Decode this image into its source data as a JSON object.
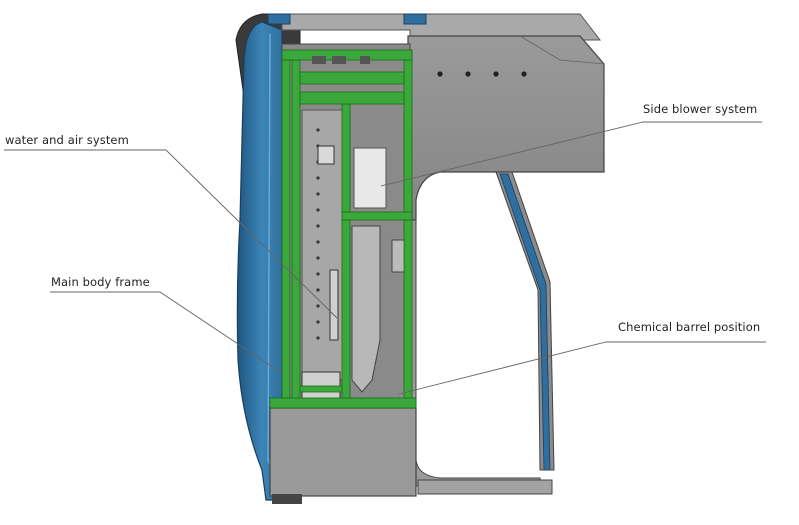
{
  "labels": {
    "side_blower": "Side blower system",
    "water_air": "water and air system",
    "main_frame": "Main body frame",
    "chemical_barrel": "Chemical barrel position"
  },
  "colors": {
    "housing_blue": "#2f6f9f",
    "frame_green": "#3aa83a",
    "panel_gray": "#8f8f8f",
    "leader_line": "#666666"
  }
}
